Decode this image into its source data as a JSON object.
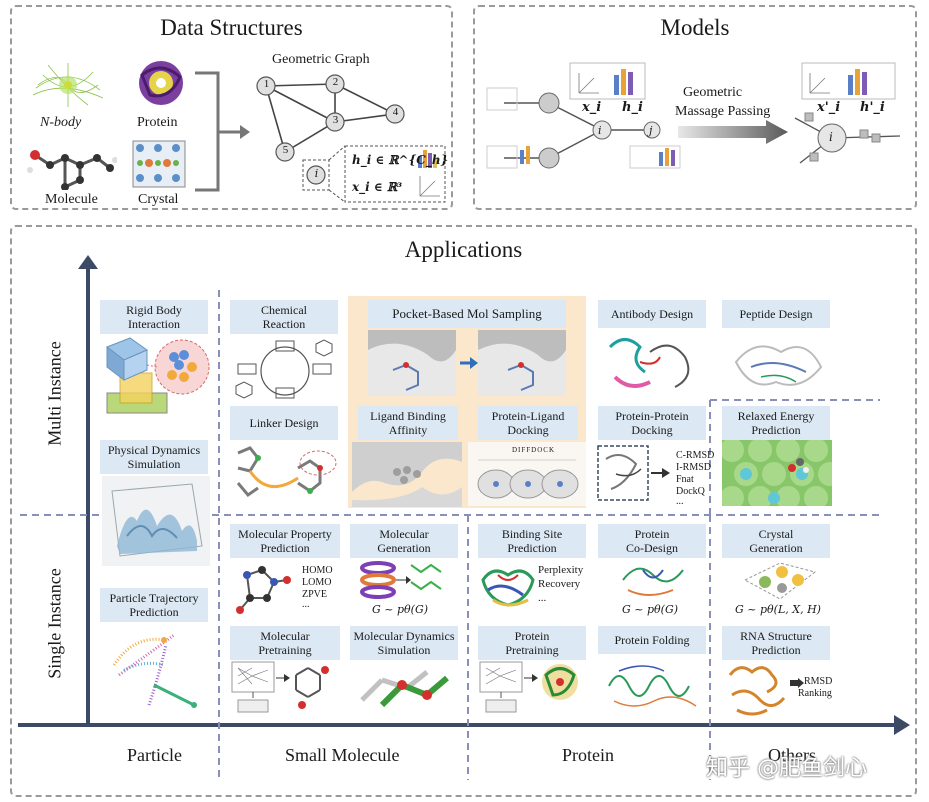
{
  "data_structures": {
    "title": "Data Structures",
    "nbody_label": "N-body",
    "protein_label": "Protein",
    "molecule_label": "Molecule",
    "crystal_label": "Crystal",
    "graph_title": "Geometric Graph",
    "nodes": [
      "1",
      "2",
      "3",
      "4",
      "5"
    ],
    "node_i": "i",
    "h_formula": "h_i ∈ ℝ^{C_h}",
    "x_formula": "x_i ∈ ℝ³"
  },
  "models": {
    "title": "Models",
    "arrow_label_1": "Geometric",
    "arrow_label_2": "Massage Passing",
    "xi": "x_i",
    "hi": "h_i",
    "xi_prime": "x'_i",
    "hi_prime": "h'_i",
    "node_i": "i",
    "node_j": "j"
  },
  "applications": {
    "title": "Applications",
    "y_axis_top": "Multi Instance",
    "y_axis_bottom": "Single Instance",
    "x_categories": [
      "Particle",
      "Small Molecule",
      "Protein",
      "Others"
    ],
    "boxes": {
      "rigid": "Rigid Body\nInteraction",
      "physical": "Physical Dynamics\nSimulation",
      "trajectory": "Particle Trajectory\nPrediction",
      "chemical": "Chemical\nReaction",
      "linker": "Linker Design",
      "pocket": "Pocket-Based Mol Sampling",
      "ligand": "Ligand Binding\nAffinity",
      "protlig": "Protein-Ligand\nDocking",
      "antibody": "Antibody Design",
      "peptide": "Peptide Design",
      "protprot": "Protein-Protein\nDocking",
      "relaxed": "Relaxed Energy\nPrediction",
      "molprop": "Molecular Property\nPrediction",
      "molgen": "Molecular\nGeneration",
      "binding": "Binding Site\nPrediction",
      "codesign": "Protein\nCo-Design",
      "crystalgen": "Crystal\nGeneration",
      "molpre": "Molecular\nPretraining",
      "md": "Molecular Dynamics\nSimulation",
      "protpre": "Protein\nPretraining",
      "folding": "Protein Folding",
      "rna": "RNA Structure\nPrediction"
    },
    "annotations": {
      "homo": "HOMO",
      "lomo": "LOMO",
      "zpve": "ZPVE",
      "dots": "...",
      "perplexity": "Perplexity",
      "recovery": "Recovery",
      "dots2": "...",
      "molgen_formula": "G ~ pθ(G)",
      "codesign_formula": "G ~ pθ(G)",
      "crystal_formula": "G ~ pθ(L, X, H)",
      "crmsd": "C-RMSD",
      "irmsd": "I-RMSD",
      "fnat": "Fnat",
      "dockq": "DockQ",
      "dots3": "...",
      "rmsd": "RMSD",
      "ranking": "Ranking",
      "diffdock": "DIFFDOCK"
    }
  },
  "watermark": "知乎 @肥鱼剑心"
}
